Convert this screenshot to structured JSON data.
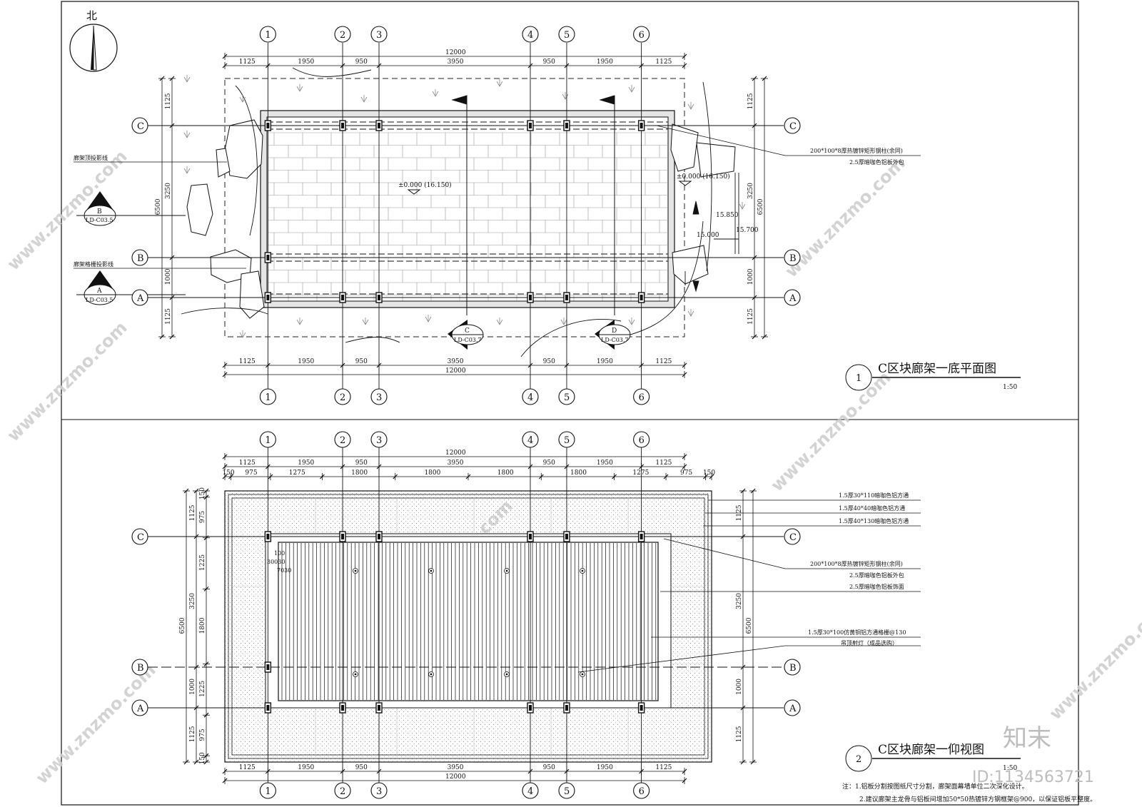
{
  "north_label": "北",
  "axes": {
    "cols": [
      "1",
      "2",
      "3",
      "4",
      "5",
      "6"
    ],
    "rows": [
      "C",
      "B",
      "A"
    ]
  },
  "dims": {
    "total": "12000",
    "segments": [
      "1125",
      "1950",
      "950",
      "3950",
      "950",
      "1950",
      "1125"
    ],
    "ceiling_segments": [
      "150",
      "975",
      "1275",
      "1800",
      "1800",
      "1800",
      "1800",
      "1275",
      "975",
      "150"
    ],
    "height_total": "6500",
    "height_segments": [
      "1125",
      "3250",
      "1000",
      "1125"
    ],
    "height_ceiling": [
      "150",
      "975",
      "1225",
      "1800",
      "1225",
      "975",
      "150"
    ]
  },
  "plan": {
    "title": "C区块廊架一底平面图",
    "number": "1",
    "scale": "1:50",
    "elev_main": "±0.000 (16.150)",
    "elev_right": "±0.000 (16.150)",
    "elev_850": "15.850",
    "elev_000": "15.000",
    "elev_700": "15.700",
    "label_roof_proj": "廊架顶投影线",
    "label_grille_proj": "廊架格栅投影线",
    "column_note_1": "200*100*8厚热镀锌矩形钢柱(余同)",
    "column_note_2": "2.5厚暗咖色铝板外包",
    "section_marks": [
      {
        "letter": "B",
        "ref": "LD-C03.5"
      },
      {
        "letter": "A",
        "ref": "LD-C03.5"
      },
      {
        "letter": "C",
        "ref": "LD-C03.7"
      },
      {
        "letter": "D",
        "ref": "LD-C03.7"
      }
    ]
  },
  "ceiling": {
    "title": "C区块廊架一仰视图",
    "number": "2",
    "scale": "1:50",
    "notes_right": [
      "1.5厚30*110暗咖色铝方通",
      "1.5厚40*40暗咖色铝方通",
      "1.5厚40*130暗咖色铝方通"
    ],
    "notes_column": [
      "200*100*8厚热镀锌矩形钢柱(余同)",
      "2.5厚暗咖色铝板外包",
      "2.5厚暗咖色铝板饰面"
    ],
    "note_grille": "1.5厚30*100仿黄铜铝方通格栅@130",
    "note_light": "吊顶射灯（成品选购）",
    "small_dims": [
      "100",
      "30030",
      "7030"
    ]
  },
  "footnotes": [
    "注：1.铝板分割按图纸尺寸分割，廊架面幕墙单位二次深化设计。",
    "2.建议廊架主龙骨与铝板间增加50*50热镀锌方钢框架@900，以保证铝板平整度。"
  ],
  "watermark": {
    "site": "www.znzmo.com",
    "logo": "知末",
    "id": "ID:1134563721"
  }
}
